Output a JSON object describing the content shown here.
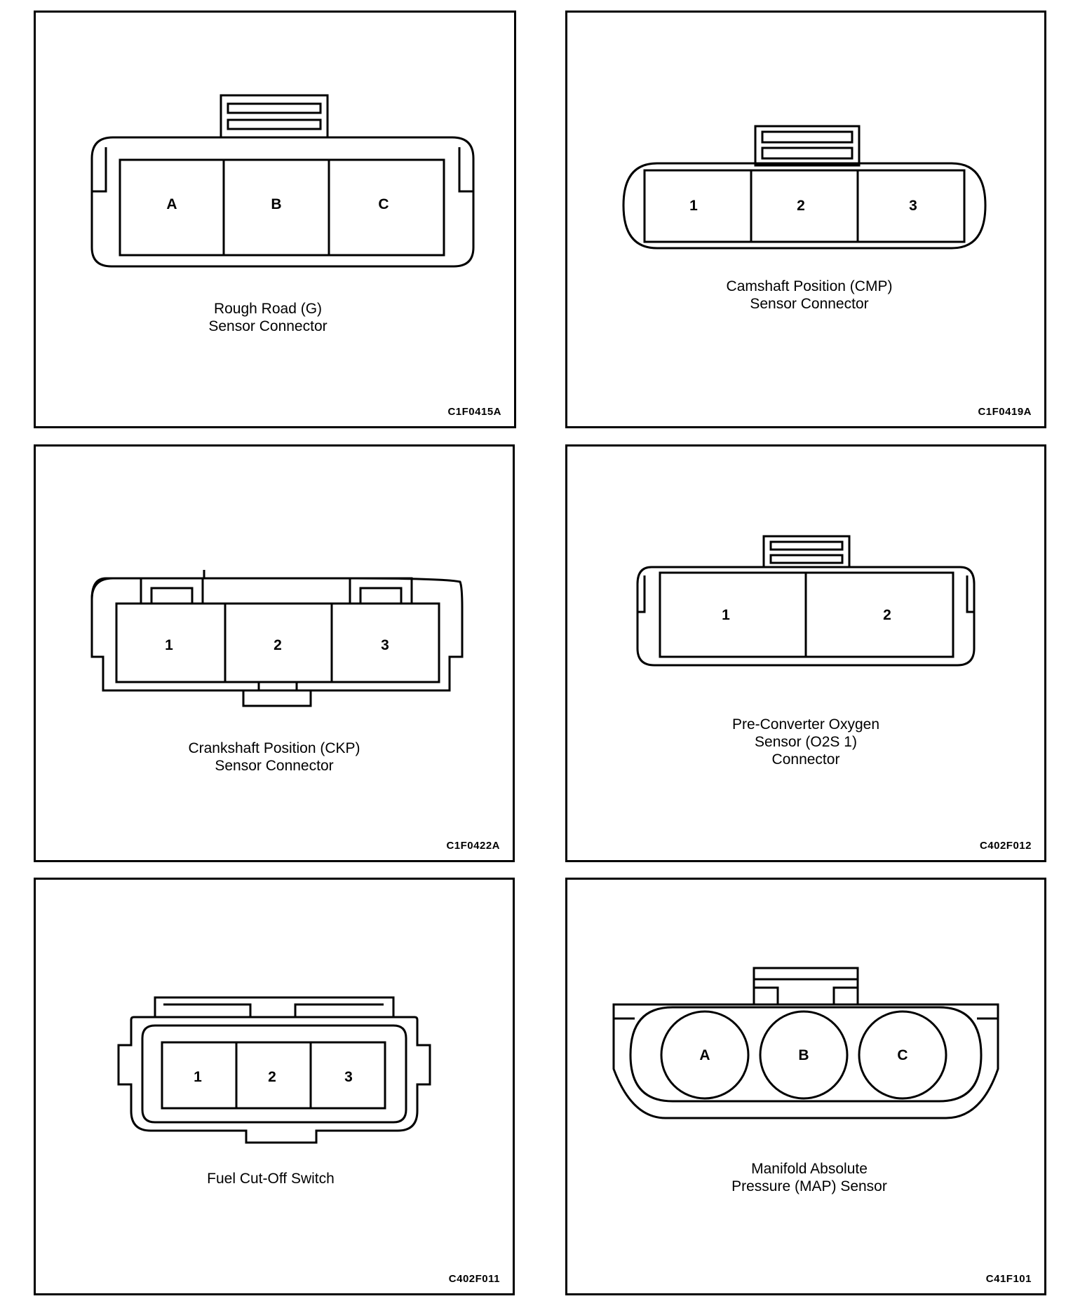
{
  "panels": [
    {
      "caption_lines": [
        "Rough Road (G)",
        "Sensor Connector"
      ],
      "code": "C1F0415A",
      "pins": [
        "A",
        "B",
        "C"
      ]
    },
    {
      "caption_lines": [
        "Camshaft Position (CMP)",
        "Sensor Connector"
      ],
      "code": "C1F0419A",
      "pins": [
        "1",
        "2",
        "3"
      ]
    },
    {
      "caption_lines": [
        "Crankshaft Position (CKP)",
        "Sensor Connector"
      ],
      "code": "C1F0422A",
      "pins": [
        "1",
        "2",
        "3"
      ]
    },
    {
      "caption_lines": [
        "Pre-Converter Oxygen",
        "Sensor (O2S 1)",
        "Connector"
      ],
      "code": "C402F012",
      "pins": [
        "1",
        "2"
      ]
    },
    {
      "caption_lines": [
        "Fuel Cut-Off Switch"
      ],
      "code": "C402F011",
      "pins": [
        "1",
        "2",
        "3"
      ]
    },
    {
      "caption_lines": [
        "Manifold Absolute",
        "Pressure (MAP) Sensor"
      ],
      "code": "C41F101",
      "pins": [
        "A",
        "B",
        "C"
      ]
    }
  ]
}
